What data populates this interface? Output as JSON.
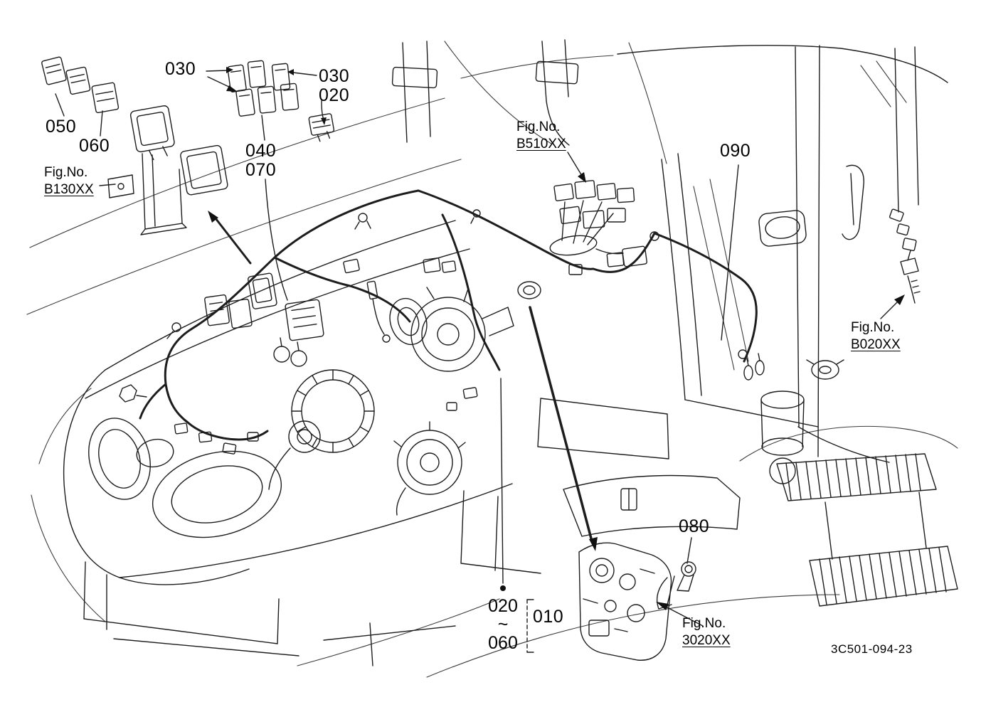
{
  "diagram": {
    "drawing_code": "3C501-094-23",
    "figure_ref_prefix": "Fig.No.",
    "callouts": {
      "c010": "010",
      "c020_top": "020",
      "c020_range_start": "020",
      "c030_left": "030",
      "c030_right": "030",
      "c040": "040",
      "c050": "050",
      "c060": "060",
      "c060_range_end": "060",
      "c070": "070",
      "c080": "080",
      "c090": "090",
      "range_tilde": "~"
    },
    "figure_refs": {
      "b130": "B130XX",
      "b510": "B510XX",
      "b020": "B020XX",
      "f3020": "3020XX"
    }
  }
}
